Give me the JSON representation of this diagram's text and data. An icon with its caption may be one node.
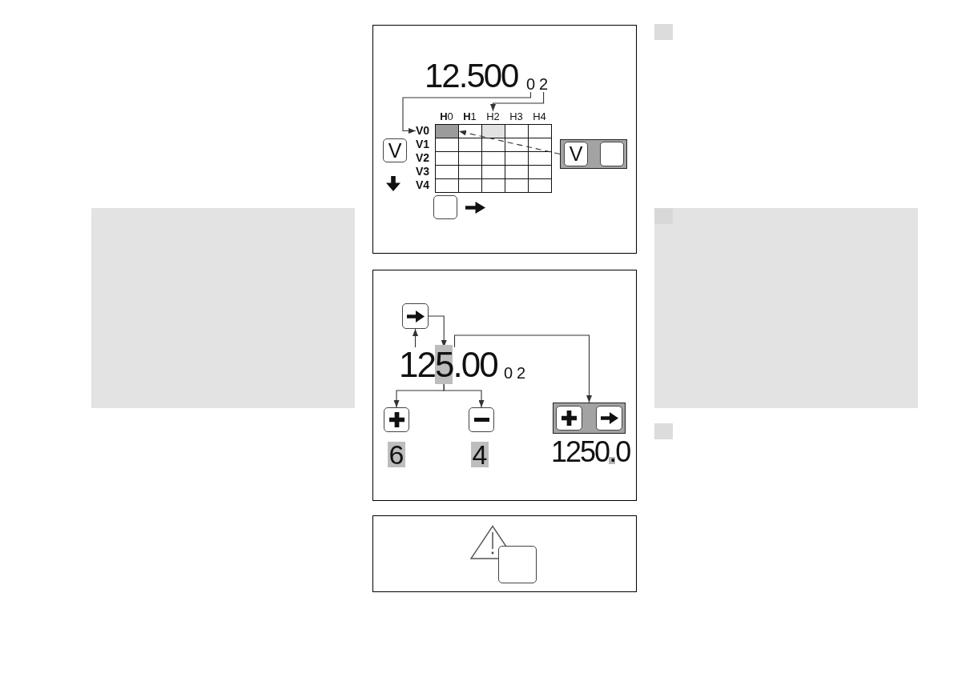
{
  "diagram": {
    "nodes": [
      {
        "text": [],
        "shape": "box"
      },
      {
        "text": [
          "02"
        ],
        "in": 0
      },
      {
        "text": [
          "H2"
        ],
        "in": 0
      },
      {
        "text": [
          "V0"
        ],
        "in": 0
      },
      {
        "text": [],
        "shape": "box",
        "in": 0
      },
      {
        "text": [],
        "shape": "box",
        "in": 0
      },
      {
        "text": [
          "V"
        ],
        "in": 5
      },
      {
        "text": [],
        "shape": "box",
        "in": 5
      },
      {
        "text": [
          "V"
        ],
        "in": 0
      },
      {
        "text": [],
        "shape": "box",
        "in": 0
      },
      {
        "text": [],
        "shape": "box"
      },
      {
        "text": [],
        "shape": "box",
        "in": 10
      },
      {
        "text": [
          "125.00"
        ],
        "in": 10
      },
      {
        "text": [],
        "shape": "box",
        "in": 10
      },
      {
        "text": [],
        "shape": "box",
        "in": 10
      },
      {
        "text": [],
        "shape": "box",
        "in": 10
      },
      {
        "text": [],
        "shape": "box",
        "in": 15
      },
      {
        "text": [],
        "shape": "box",
        "in": 15
      },
      {
        "text": [],
        "shape": "box"
      },
      {
        "text": [],
        "shape": "box",
        "in": 18
      }
    ],
    "edges": [
      {
        "from": 1,
        "to": 3,
        "arrow": "to"
      },
      {
        "from": 1,
        "to": 2,
        "arrow": "to"
      },
      {
        "from": 5,
        "to": 4,
        "arrow": "to",
        "style": "dashed"
      },
      {
        "from": 12,
        "to": 11,
        "arrow": "to"
      },
      {
        "from": 11,
        "to": 12,
        "arrow": "to"
      },
      {
        "from": 12,
        "to": 13,
        "arrow": "to"
      },
      {
        "from": 12,
        "to": 14,
        "arrow": "to"
      },
      {
        "from": 12,
        "to": 15,
        "arrow": "to"
      }
    ],
    "labels": [
      "12.500",
      "**H**0",
      "**H**1",
      "H3",
      "H4",
      "V1",
      "V2",
      "V3",
      "V4",
      "02",
      "6",
      "4",
      "1250.0"
    ]
  }
}
